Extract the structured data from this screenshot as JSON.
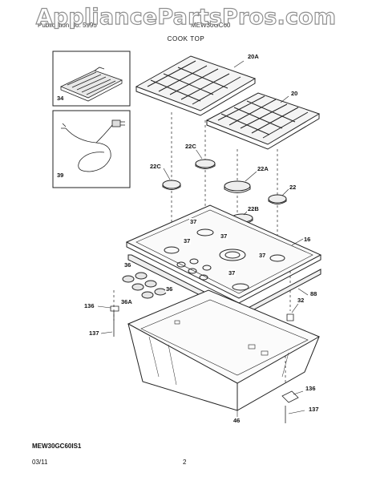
{
  "watermark": "AppliancePartsPros.com",
  "header": {
    "left": "Publication No: 5995",
    "right": "MEW30GC60",
    "section_title": "COOK TOP"
  },
  "callouts": {
    "c20A": "20A",
    "c20": "20",
    "c34": "34",
    "c39": "39",
    "c22C_a": "22C",
    "c22C_b": "22C",
    "c22A": "22A",
    "c22": "22",
    "c22B": "22B",
    "c37_1": "37",
    "c37_2": "37",
    "c37_3": "37",
    "c37_4": "37",
    "c37_5": "37",
    "c16": "16",
    "c36_1": "36",
    "c36_2": "36",
    "c36A": "36A",
    "c88": "88",
    "c136_1": "136",
    "c137_1": "137",
    "c32": "32",
    "c136_2": "136",
    "c137_2": "137",
    "c46": "46"
  },
  "model_number": "MEW30GC60IS1",
  "footer": {
    "date": "03/11",
    "page": "2"
  }
}
